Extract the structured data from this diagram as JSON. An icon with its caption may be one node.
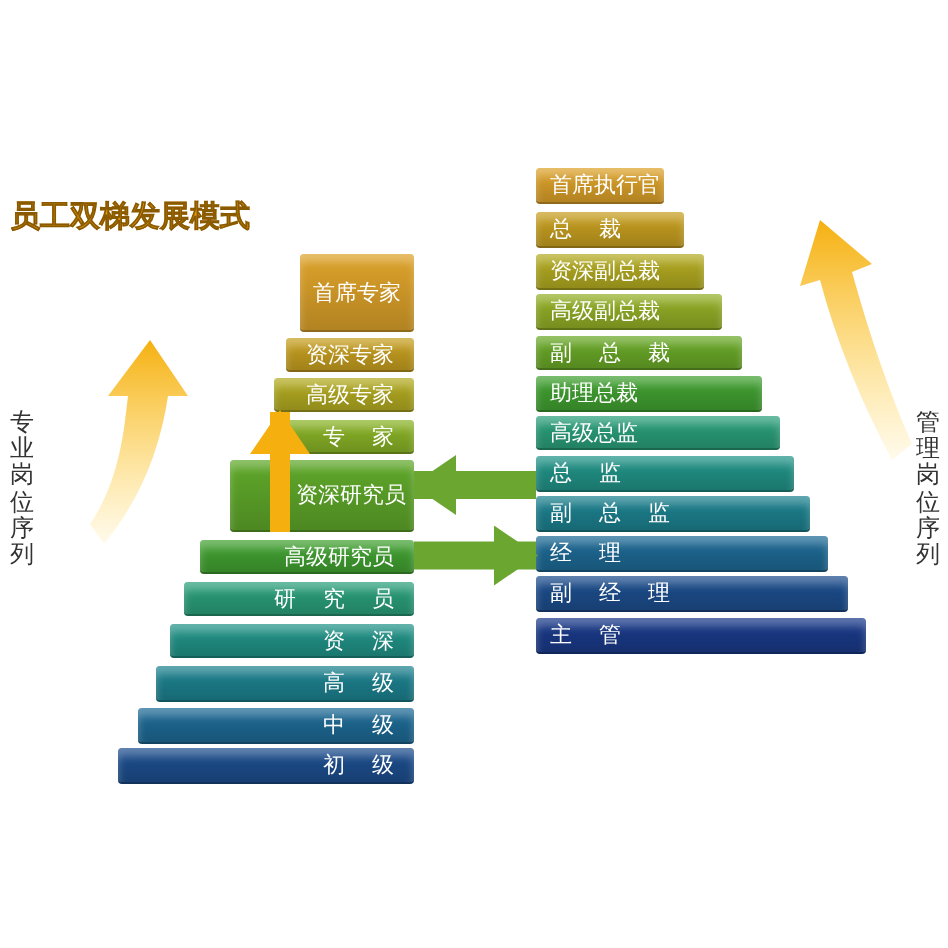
{
  "diagram": {
    "title": "员工双梯发展模式",
    "nodes": [
      {
        "text": [
          "首席专家"
        ]
      },
      {
        "text": [
          "资深专家"
        ]
      },
      {
        "text": [
          "高级专家"
        ]
      },
      {
        "text": [
          "专 家"
        ]
      },
      {
        "text": [
          "资深研究员"
        ]
      },
      {
        "text": [
          "高级研究员"
        ]
      },
      {
        "text": [
          "研 究 员"
        ]
      },
      {
        "text": [
          "资 深"
        ]
      },
      {
        "text": [
          "高 级"
        ]
      },
      {
        "text": [
          "中 级"
        ]
      },
      {
        "text": [
          "初 级"
        ]
      },
      {
        "text": [
          "首席执行官"
        ]
      },
      {
        "text": [
          "总 裁"
        ]
      },
      {
        "text": [
          "资深副总裁"
        ]
      },
      {
        "text": [
          "高级副总裁"
        ]
      },
      {
        "text": [
          "副 总 裁"
        ]
      },
      {
        "text": [
          "助理总裁"
        ]
      },
      {
        "text": [
          "高级总监"
        ]
      },
      {
        "text": [
          "总 监"
        ]
      },
      {
        "text": [
          "副 总 监"
        ]
      },
      {
        "text": [
          "经 理"
        ]
      },
      {
        "text": [
          "副 经 理"
        ]
      },
      {
        "text": [
          "主 管"
        ]
      }
    ],
    "edges": [
      {
        "from": 18,
        "to": 4,
        "arrow": "to"
      },
      {
        "from": 5,
        "to": 20,
        "arrow": "to"
      },
      {
        "from": 4,
        "to": 2,
        "arrow": "to",
        "color": "#f5b010"
      }
    ],
    "labels": [
      "专业岗位序列",
      "管理岗位序列"
    ]
  }
}
